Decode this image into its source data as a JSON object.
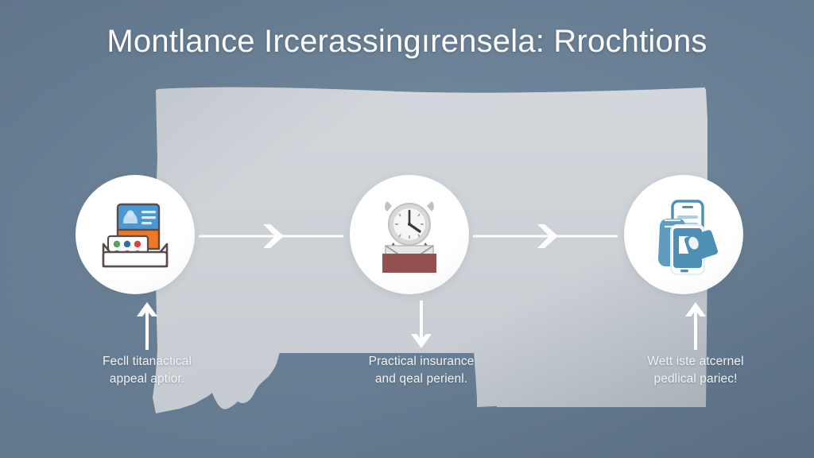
{
  "title": "Montlance Ircerassingırensela: Rrochtions",
  "colors": {
    "background": "#667d93",
    "map_fill": "#ccd1d6",
    "circle_fill": "#ffffff",
    "title_text": "#fdfdfd",
    "caption_text": "#f2f4f6",
    "connector": "#ffffff",
    "icon_orange": "#ee7824",
    "icon_blue": "#4a97d2",
    "icon_maroon": "#92514f",
    "icon_grey": "#c9c9c9",
    "icon_phone_blue": "#4e8fb5"
  },
  "map": {
    "name": "montana-state-silhouette",
    "fill": "#ccd1d6"
  },
  "steps": [
    {
      "id": "step-1",
      "icon_name": "form-documents-tray-icon",
      "icon_description": "Document with blue header card and colored response dots in an inbox tray",
      "arrow_direction": "up",
      "caption": "Fecll titanactical\nappeal aptior.",
      "caption_line_1": "Fecll titanactical",
      "caption_line_2": "appeal aptior."
    },
    {
      "id": "step-2",
      "icon_name": "clock-envelope-deadline-icon",
      "icon_description": "Alarm clock above a maroon envelope indicating a mailing deadline",
      "arrow_direction": "down",
      "caption": "Practical insurance\nand qeal perienl.",
      "caption_line_1": "Practical insurance",
      "caption_line_2": "and qeal perienl."
    },
    {
      "id": "step-3",
      "icon_name": "hand-phone-card-icon",
      "icon_description": "Hand holding a smartphone with an insurance card overlay",
      "arrow_direction": "up",
      "caption": "Wett iste atcernel\npedlical pariec!",
      "caption_line_1": "Wett iste atcernel",
      "caption_line_2": "pedlical pariec!"
    }
  ],
  "connectors": [
    {
      "id": "connector-1-2",
      "from": "step-1",
      "to": "step-2",
      "direction": "right"
    },
    {
      "id": "connector-2-3",
      "from": "step-2",
      "to": "step-3",
      "direction": "right"
    }
  ],
  "clock": {
    "hour_hand": "4",
    "minute_hand": "12",
    "reading": "approximately 12:20"
  },
  "response_dots": [
    "green",
    "blue",
    "red",
    "green",
    "green",
    "orange"
  ]
}
